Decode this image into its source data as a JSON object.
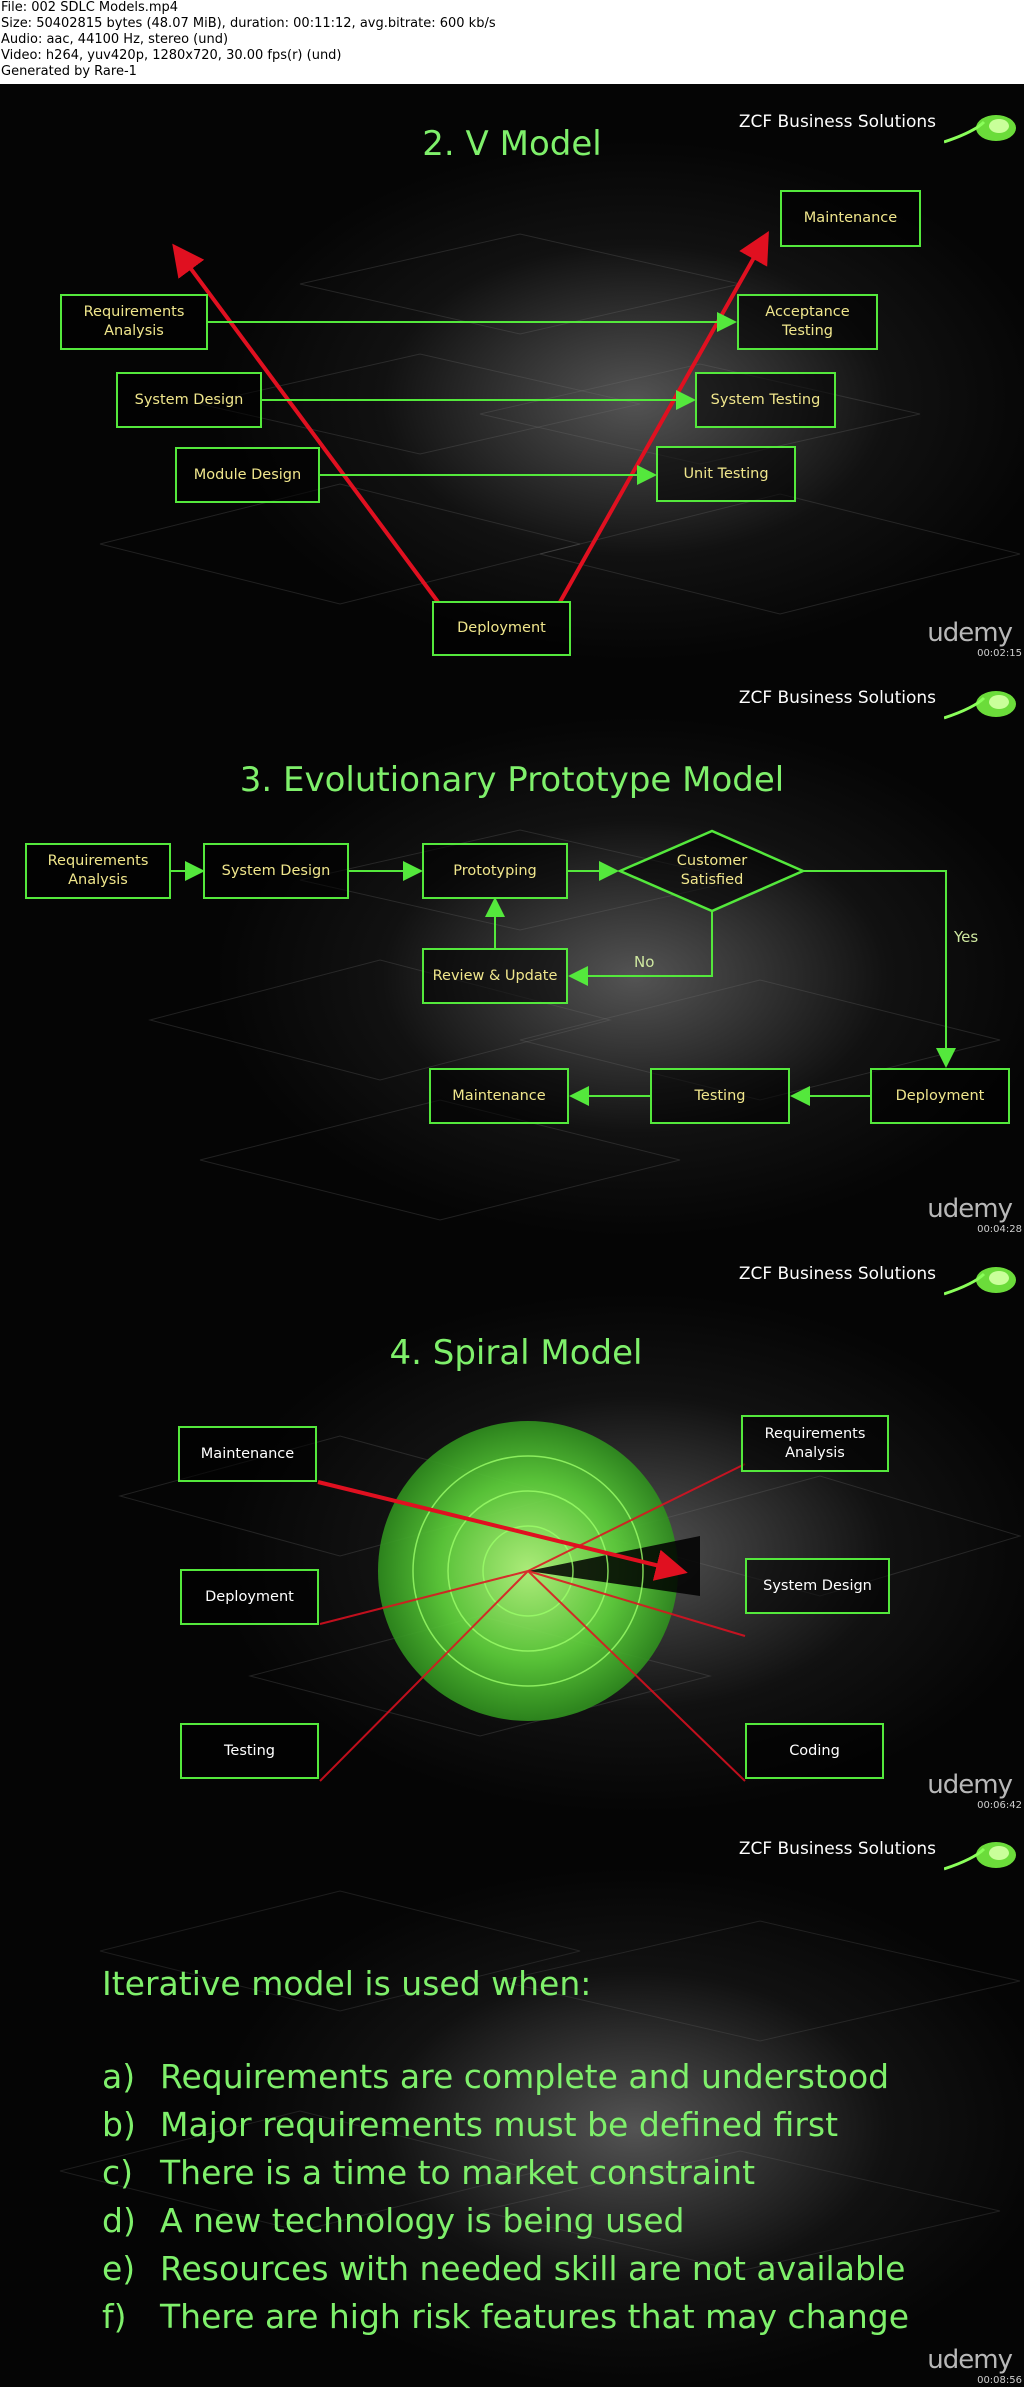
{
  "header": {
    "lines": [
      "File: 002 SDLC Models.mp4",
      "Size: 50402815 bytes (48.07 MiB), duration: 00:11:12, avg.bitrate: 600 kb/s",
      "Audio: aac, 44100 Hz, stereo (und)",
      "Video: h264, yuv420p, 1280x720, 30.00 fps(r) (und)",
      "Generated by Rare-1"
    ]
  },
  "brand": "ZCF Business  Solutions",
  "udemy": "udemy",
  "frames": [
    {
      "timestamp": "00:02:15",
      "title": "2.   V Model",
      "boxes": {
        "requirements": "Requirements\nAnalysis",
        "system_design": "System Design",
        "module_design": "Module Design",
        "deployment": "Deployment",
        "unit_testing": "Unit Testing",
        "system_testing": "System Testing",
        "acceptance_testing": "Acceptance\nTesting",
        "maintenance": "Maintenance"
      }
    },
    {
      "timestamp": "00:04:28",
      "title": "3.   Evolutionary Prototype Model",
      "boxes": {
        "requirements": "Requirements\nAnalysis",
        "system_design": "System Design",
        "prototyping": "Prototyping",
        "customer": "Customer\nSatisfied",
        "review": "Review & Update",
        "deployment": "Deployment",
        "testing": "Testing",
        "maintenance": "Maintenance"
      },
      "labels": {
        "yes": "Yes",
        "no": "No"
      }
    },
    {
      "timestamp": "00:06:42",
      "title": "4.   Spiral Model",
      "boxes": {
        "maintenance": "Maintenance",
        "requirements": "Requirements\nAnalysis",
        "deployment": "Deployment",
        "system_design": "System Design",
        "testing": "Testing",
        "coding": "Coding"
      }
    },
    {
      "timestamp": "00:08:56",
      "heading": "Iterative model is used when:",
      "items": [
        {
          "marker": "a)",
          "text": "Requirements are complete and understood"
        },
        {
          "marker": "b)",
          "text": "Major requirements must be defined first"
        },
        {
          "marker": "c)",
          "text": "There is a time to market constraint"
        },
        {
          "marker": "d)",
          "text": "A new technology is being used"
        },
        {
          "marker": "e)",
          "text": "Resources with needed skill are not available"
        },
        {
          "marker": "f)",
          "text": "There are high risk features that may change"
        }
      ]
    }
  ],
  "colors": {
    "box_border": "#54e83c",
    "title_green": "#7ff06b",
    "arrow_red": "#e01020",
    "box_text": "#f0e68c"
  }
}
